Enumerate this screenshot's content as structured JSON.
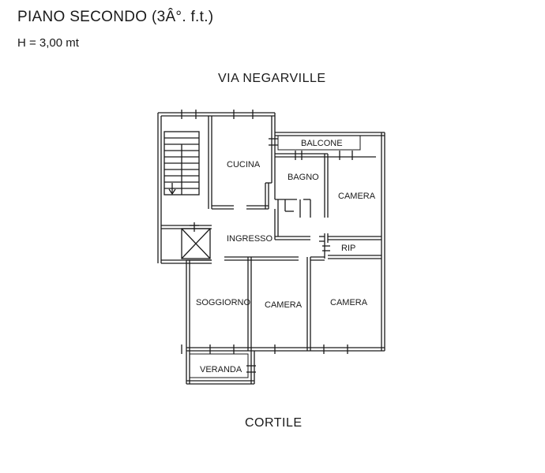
{
  "header": {
    "title": "PIANO SECONDO (3Â°. f.t.)",
    "height": "H = 3,00 mt"
  },
  "labels": {
    "street": "VIA NEGARVILLE",
    "courtyard": "CORTILE"
  },
  "rooms": {
    "cucina": "CUCINA",
    "balcone": "BALCONE",
    "bagno": "BAGNO",
    "camera_top_right": "CAMERA",
    "ingresso": "INGRESSO",
    "rip": "RIP",
    "soggiorno": "SOGGIORNO",
    "camera_middle": "CAMERA",
    "camera_right": "CAMERA",
    "veranda": "VERANDA"
  },
  "colors": {
    "wall": "#1a1a1a",
    "background": "#ffffff",
    "watermark": "#d0d0d0"
  }
}
